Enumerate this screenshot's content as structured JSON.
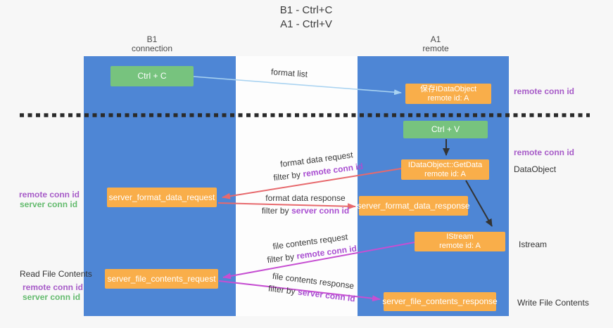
{
  "title": {
    "line1": "B1 - Ctrl+C",
    "line2": "A1 - Ctrl+V"
  },
  "lanes": {
    "left": {
      "title": "B1",
      "subtitle": "connection"
    },
    "right": {
      "title": "A1",
      "subtitle": "remote"
    }
  },
  "boxes": {
    "ctrl_c": "Ctrl + C",
    "ctrl_v": "Ctrl + V",
    "save_idataobject": {
      "line1": "保存IDataObject",
      "line2": "remote id: A"
    },
    "getdata": {
      "line1": "IDataObject::GetData",
      "line2": "remote id: A"
    },
    "istream": {
      "line1": "IStream",
      "line2": "remote id: A"
    },
    "server_format_data_request": "server_format_data_request",
    "server_format_data_response": "server_format_data_response",
    "server_file_contents_request": "server_file_contents_request",
    "server_file_contents_response": "server_file_contents_response"
  },
  "arrow_labels": {
    "format_list": "format list",
    "format_data_request": "format data request",
    "format_data_response": "format data response",
    "file_contents_request": "file contents request",
    "file_contents_response": "file contents response",
    "filter_by": "filter by"
  },
  "side_labels": {
    "remote_conn_id": "remote conn id",
    "server_conn_id": "server conn id",
    "dataobject": "DataObject",
    "istream": "Istream",
    "read_file_contents": "Read File Contents",
    "write_file_contents": "Write File Contents"
  },
  "colors": {
    "lane_blue": "#4e86d5",
    "box_green": "#77c37e",
    "box_orange": "#f9ae4a",
    "arrow_red": "#e7696d",
    "arrow_magenta": "#c64fd2",
    "arrow_light_blue": "#a9d3f1",
    "arrow_black": "#333333",
    "text_purple": "#a75cc8",
    "text_green": "#64bb6e"
  }
}
